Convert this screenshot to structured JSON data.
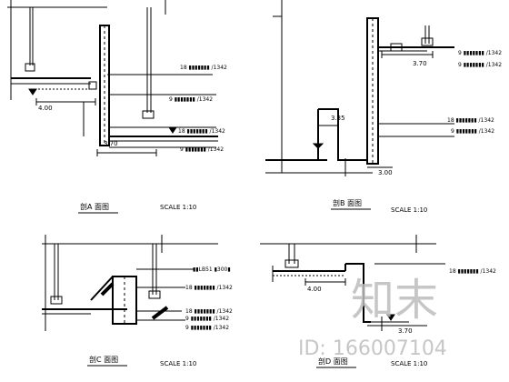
{
  "sheet": {
    "background": "#ffffff",
    "line_color": "#000000"
  },
  "detail_a": {
    "title": "剖A 面图",
    "scale": "SCALE 1:10",
    "dims": [
      "4.00",
      "3.70"
    ],
    "notes": [
      "18 ▮▮▮▮▮▮▮ /1342",
      "9 ▮▮▮▮▮▮▮ /1342",
      "18 ▮▮▮▮▮▮▮ /1342",
      "9 ▮▮▮▮▮▮▮ /1342"
    ]
  },
  "detail_b": {
    "title": "剖B 面图",
    "scale": "SCALE 1:10",
    "dims": [
      "3.70",
      "3.35",
      "3.00"
    ],
    "notes": [
      "9 ▮▮▮▮▮▮▮ /1342",
      "9 ▮▮▮▮▮▮▮ /1342",
      "18 ▮▮▮▮▮▮▮ /1342",
      "9 ▮▮▮▮▮▮▮ /1342"
    ]
  },
  "detail_c": {
    "title": "剖C 面图",
    "scale": "SCALE 1:10",
    "notes": [
      "▮▮LB51 ▮300▮",
      "18 ▮▮▮▮▮▮▮ /1342",
      "18 ▮▮▮▮▮▮▮ /1342",
      "9 ▮▮▮▮▮▮▮ /1342",
      "9 ▮▮▮▮▮▮▮ /1342"
    ]
  },
  "detail_d": {
    "title": "剖D 面图",
    "scale": "SCALE 1:10",
    "dims": [
      "4.00",
      "3.70"
    ],
    "notes": [
      "18 ▮▮▮▮▮▮▮ /1342"
    ]
  },
  "watermark": {
    "logo_text": "知末",
    "id_text": "ID: 166007104"
  }
}
